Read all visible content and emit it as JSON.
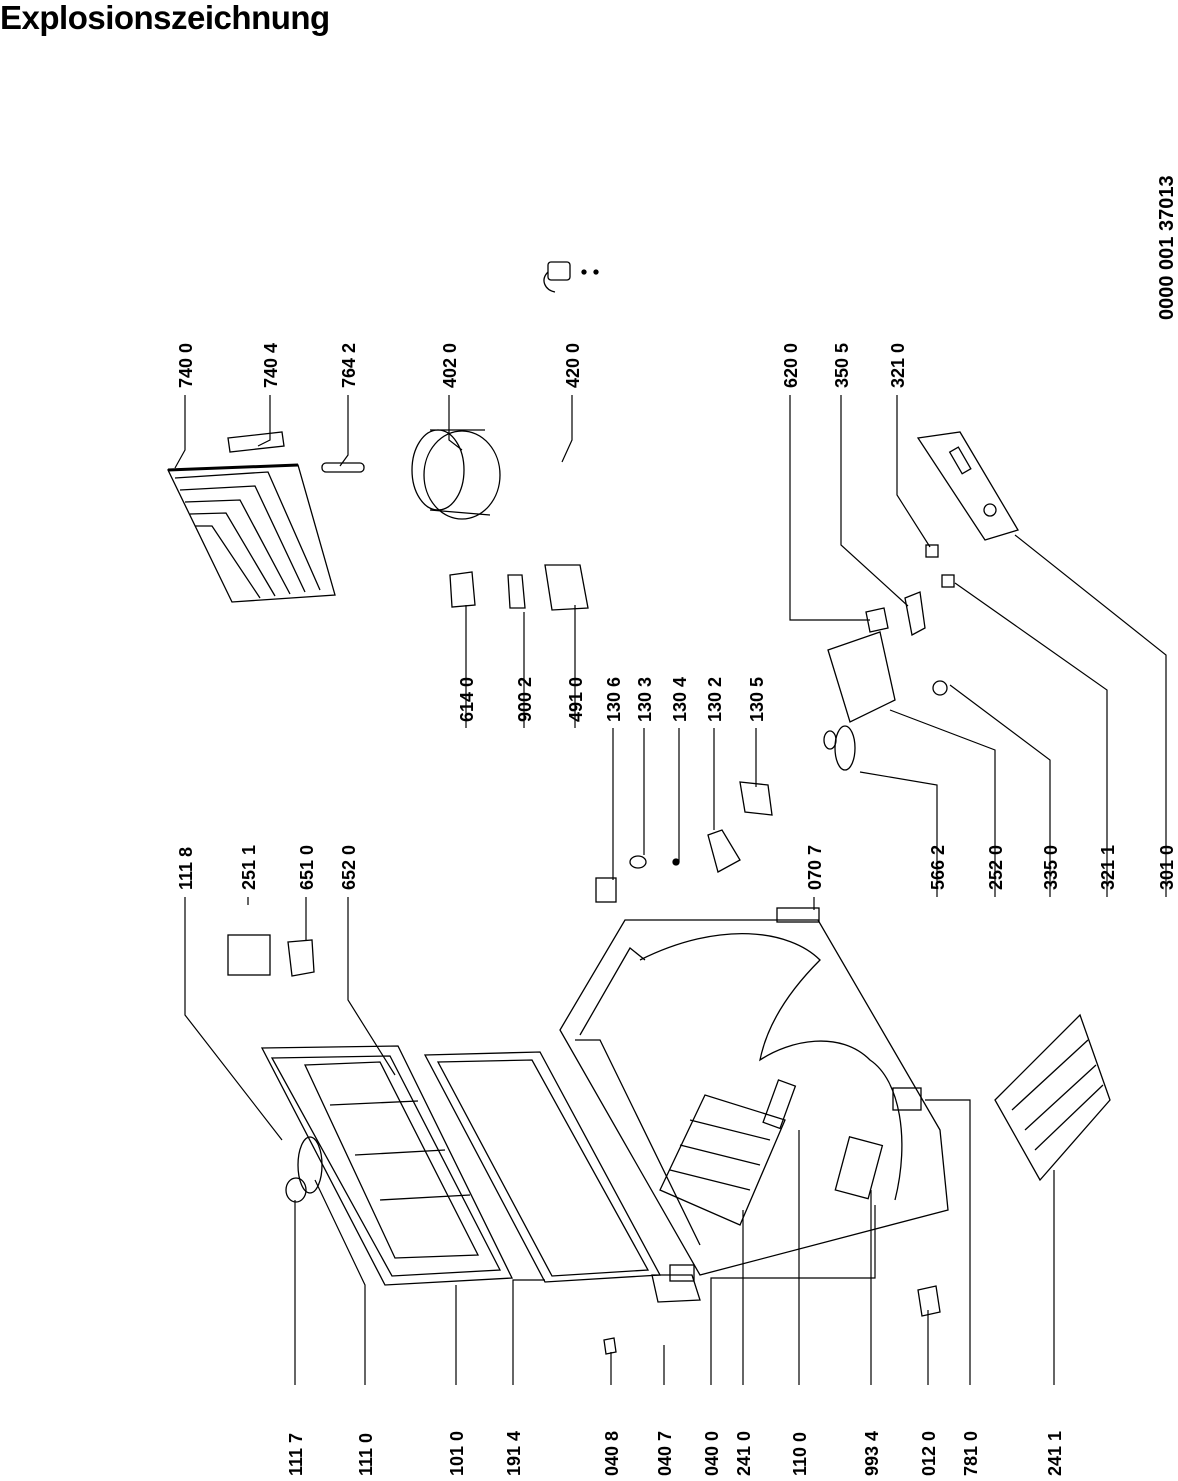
{
  "title": "Explosionszeichnung",
  "document_number": "0000 001 37013",
  "labels_top": [
    "740 0",
    "740 4",
    "764 2",
    "402 0",
    "420 0",
    "620 0",
    "350 5",
    "321 0"
  ],
  "labels_middle_upper": [
    "111 8",
    "251 1",
    "651 0",
    "652 0"
  ],
  "labels_middle": [
    "614 0",
    "900 2",
    "491 0",
    "130 6",
    "130 3",
    "130 4",
    "130 2",
    "130 5",
    "070 7",
    "566 2",
    "252 0",
    "335 0",
    "321 1",
    "301 0"
  ],
  "labels_bottom": [
    "111 7",
    "111 0",
    "101 0",
    "191 4",
    "040 8",
    "040 7",
    "040 0",
    "241 0",
    "110 0",
    "993 4",
    "012 0",
    "781 0",
    "241 1"
  ]
}
